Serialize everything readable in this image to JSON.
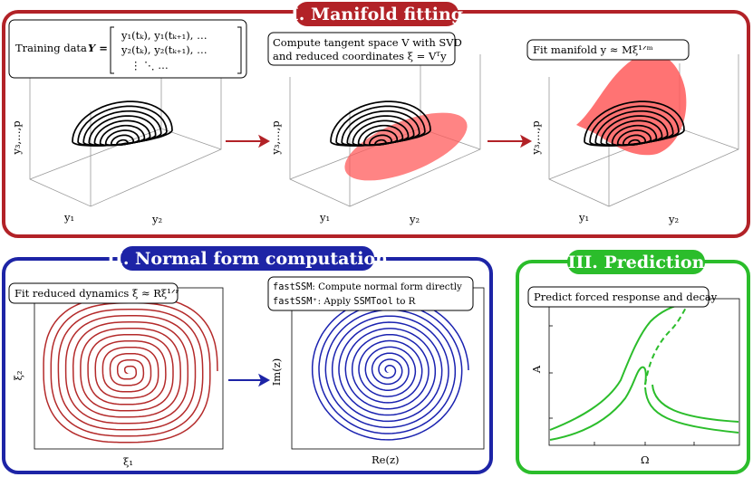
{
  "colors": {
    "panel1": "#b22227",
    "panel2": "#1d24a6",
    "panel3": "#2bbd2b",
    "orbit_red": "#b42a2a",
    "orbit_blue": "#1a22b0",
    "surface": "#ff5b5b"
  },
  "panel1": {
    "title": "I. Manifold fitting",
    "cap1": {
      "text": "Training data",
      "matrix_symbol": "Y =",
      "row1": "y₁(tₖ),   y₁(tₖ₊₁),   …",
      "row2": "y₂(tₖ),   y₂(tₖ₊₁),   …",
      "row3": "⋮            ⋱            …"
    },
    "cap2": {
      "line1": "Compute tangent space V with SVD",
      "line2": "and reduced coordinates ξ = Vᵀy"
    },
    "cap3": {
      "text": "Fit manifold y ≈ Mξ¹ᐟᵐ"
    },
    "zlabel": "y₃,…,p",
    "xlabel": "y₁",
    "ylabel": "y₂"
  },
  "panel2": {
    "title": "II. Normal form computation",
    "cap1": "Fit reduced dynamics ξ̇ ≈ Rξ¹ᐟʳ",
    "cap2_line1_code": "fastSSM",
    "cap2_line1_text": ": Compute normal form directly",
    "cap2_line2_code": "fastSSM⁺",
    "cap2_line2_mid": ": Apply",
    "cap2_line2_code2": "SSMTool",
    "cap2_line2_end": "to R",
    "left_xlabel": "ξ₁",
    "left_ylabel": "ξ₂",
    "right_xlabel": "Re(z)",
    "right_ylabel": "Im(z)"
  },
  "panel3": {
    "title": "III. Prediction",
    "cap": "Predict forced response and decay",
    "xlabel": "Ω",
    "ylabel": "A"
  }
}
